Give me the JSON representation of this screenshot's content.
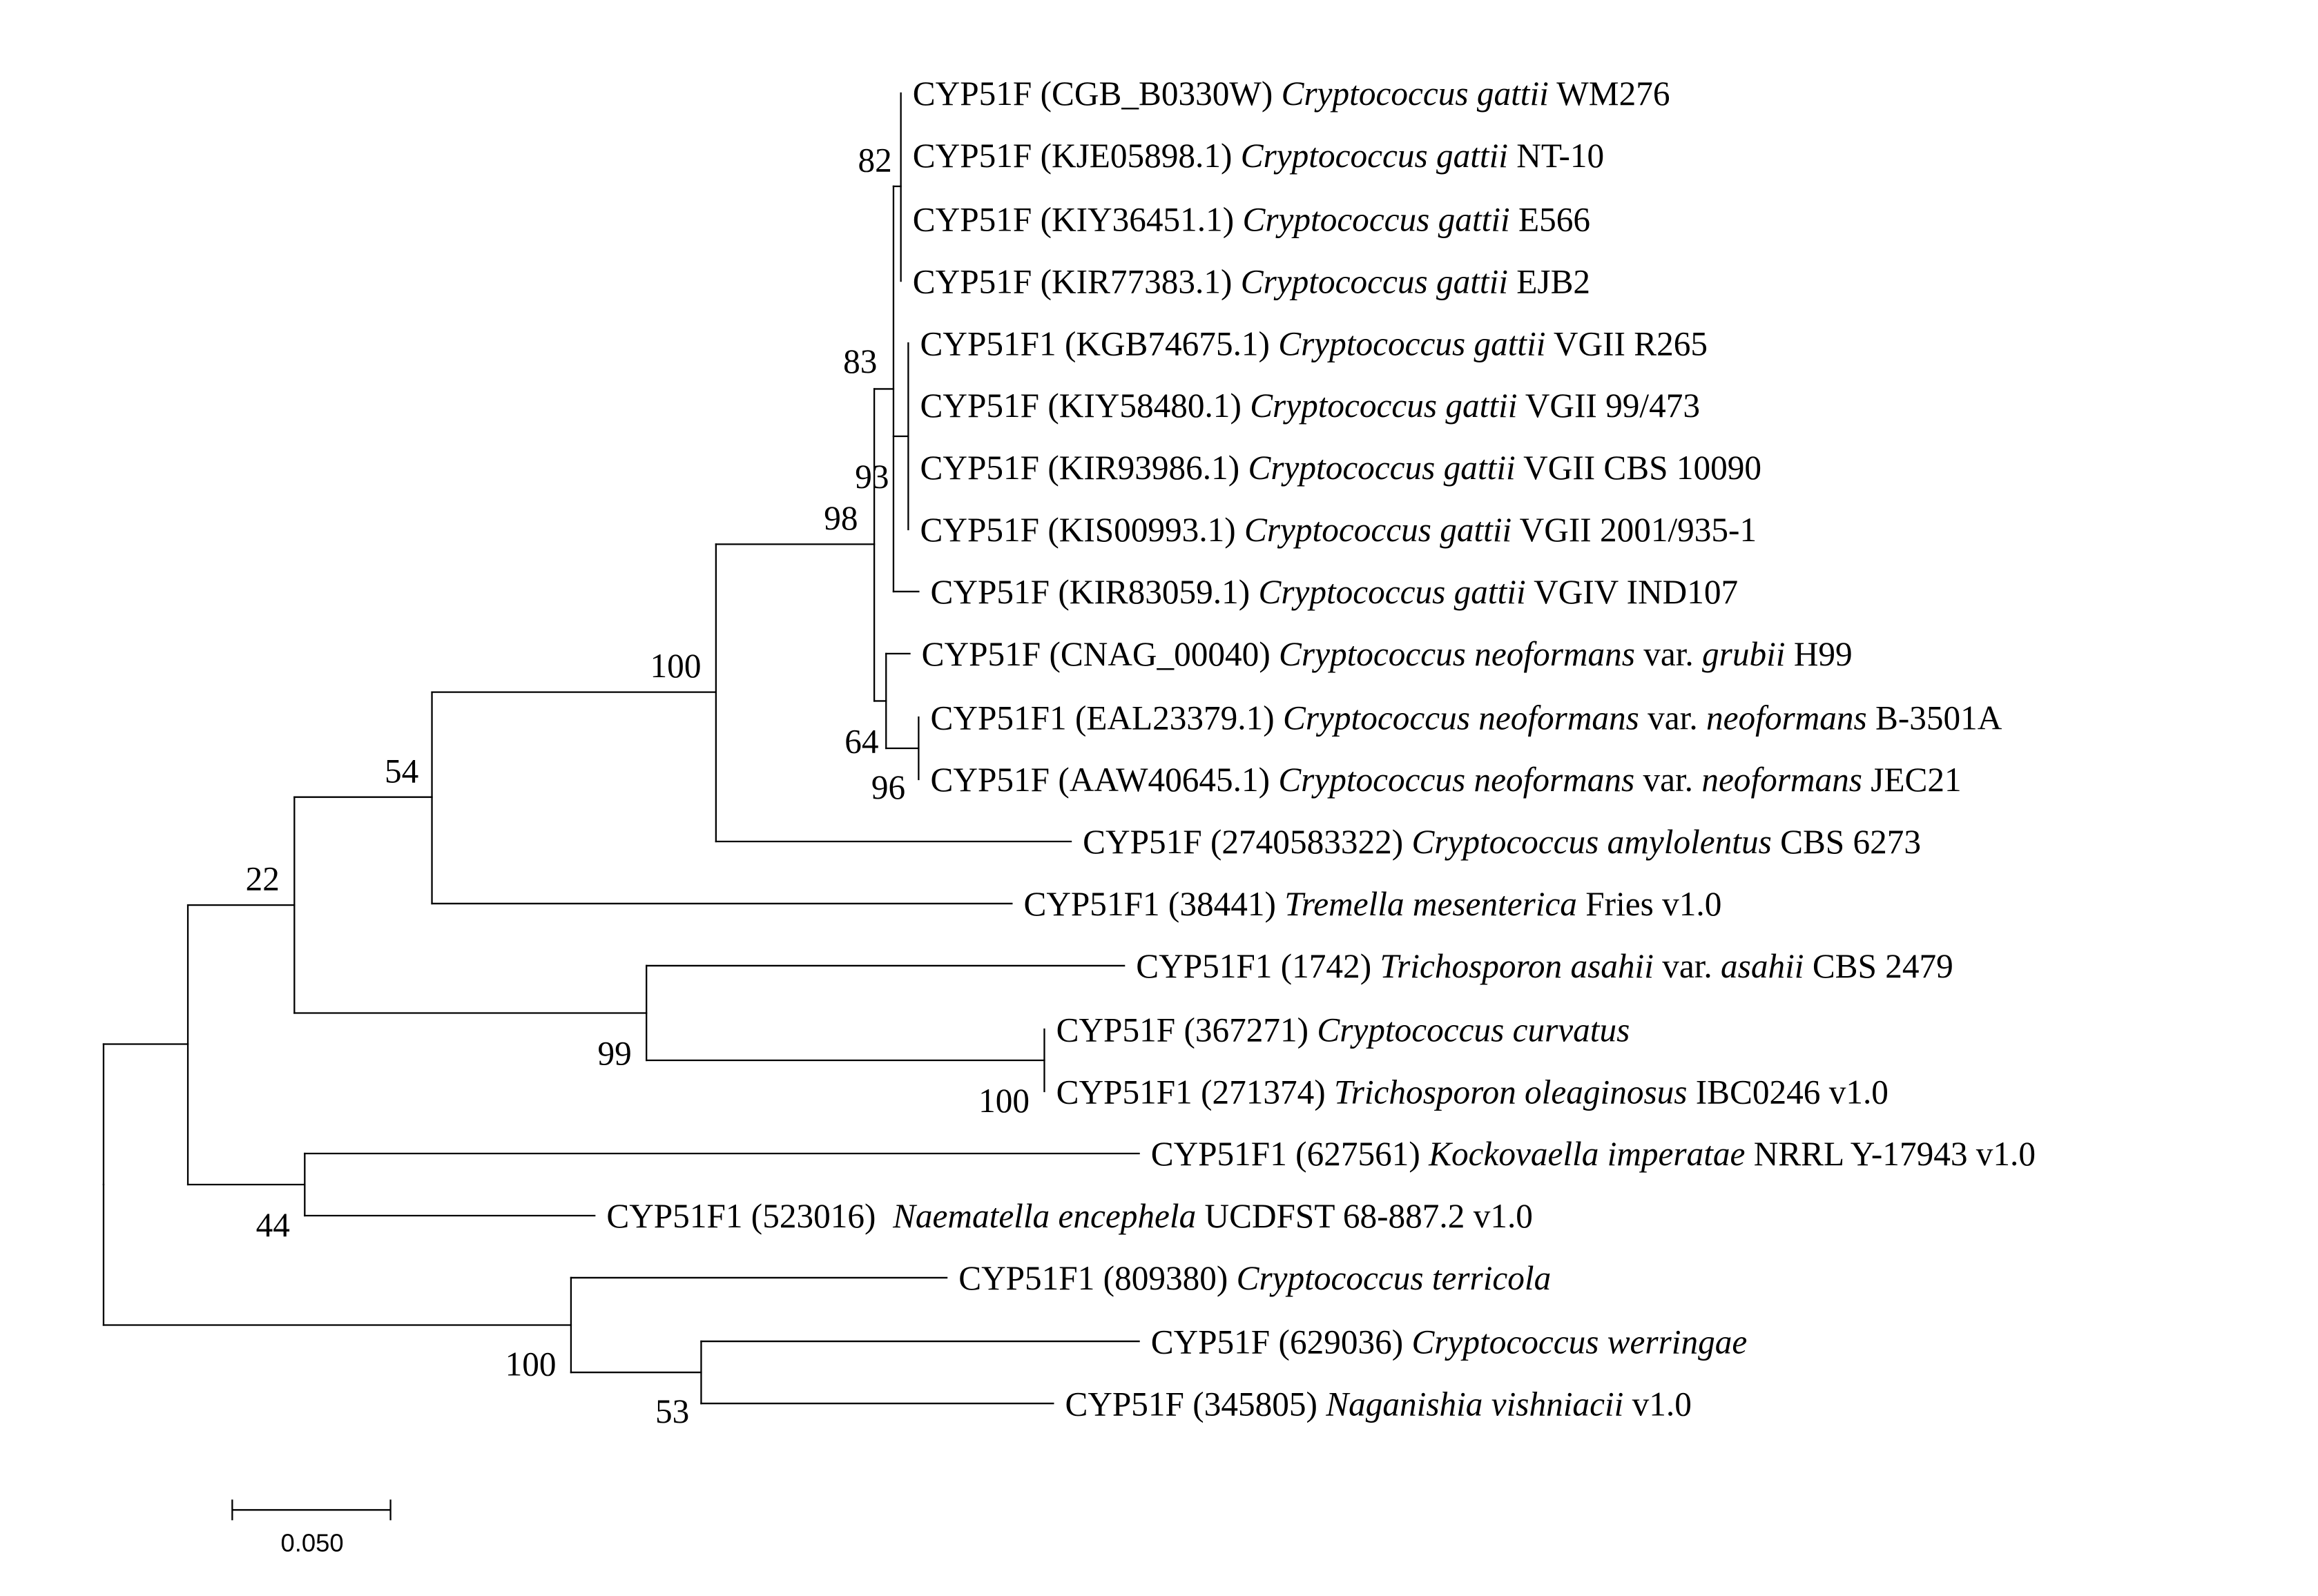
{
  "tips": [
    {
      "id": "t1",
      "gene": "CYP51F",
      "acc": "CGB_B0330W",
      "parts": [
        {
          "t": "Cryptococcus gattii",
          "i": true
        },
        {
          "t": " WM276",
          "i": false
        }
      ]
    },
    {
      "id": "t2",
      "gene": "CYP51F",
      "acc": "KJE05898.1",
      "parts": [
        {
          "t": "Cryptococcus gattii",
          "i": true
        },
        {
          "t": " NT-10",
          "i": false
        }
      ]
    },
    {
      "id": "t3",
      "gene": "CYP51F",
      "acc": "KIY36451.1",
      "parts": [
        {
          "t": "Cryptococcus gattii",
          "i": true
        },
        {
          "t": " E566",
          "i": false
        }
      ]
    },
    {
      "id": "t4",
      "gene": "CYP51F",
      "acc": "KIR77383.1",
      "parts": [
        {
          "t": "Cryptococcus gattii",
          "i": true
        },
        {
          "t": " EJB2",
          "i": false
        }
      ]
    },
    {
      "id": "t5",
      "gene": "CYP51F1",
      "acc": "KGB74675.1",
      "parts": [
        {
          "t": "Cryptococcus gattii",
          "i": true
        },
        {
          "t": " VGII R265",
          "i": false
        }
      ]
    },
    {
      "id": "t6",
      "gene": "CYP51F",
      "acc": "KIY58480.1",
      "parts": [
        {
          "t": "Cryptococcus gattii",
          "i": true
        },
        {
          "t": " VGII 99/473",
          "i": false
        }
      ]
    },
    {
      "id": "t7",
      "gene": "CYP51F",
      "acc": "KIR93986.1",
      "parts": [
        {
          "t": "Cryptococcus gattii",
          "i": true
        },
        {
          "t": " VGII CBS 10090",
          "i": false
        }
      ]
    },
    {
      "id": "t8",
      "gene": "CYP51F",
      "acc": "KIS00993.1",
      "parts": [
        {
          "t": "Cryptococcus gattii",
          "i": true
        },
        {
          "t": " VGII 2001/935-1",
          "i": false
        }
      ]
    },
    {
      "id": "t9",
      "gene": "CYP51F",
      "acc": "KIR83059.1",
      "parts": [
        {
          "t": "Cryptococcus gattii",
          "i": true
        },
        {
          "t": " VGIV IND107",
          "i": false
        }
      ]
    },
    {
      "id": "t10",
      "gene": "CYP51F",
      "acc": "CNAG_00040",
      "parts": [
        {
          "t": "Cryptococcus neoformans",
          "i": true
        },
        {
          "t": " var. ",
          "i": false
        },
        {
          "t": "grubii",
          "i": true
        },
        {
          "t": " H99",
          "i": false
        }
      ]
    },
    {
      "id": "t11",
      "gene": "CYP51F1",
      "acc": "EAL23379.1",
      "parts": [
        {
          "t": "Cryptococcus neoformans",
          "i": true
        },
        {
          "t": " var. ",
          "i": false
        },
        {
          "t": "neoformans",
          "i": true
        },
        {
          "t": " B-3501A",
          "i": false
        }
      ]
    },
    {
      "id": "t12",
      "gene": "CYP51F",
      "acc": "AAW40645.1",
      "parts": [
        {
          "t": "Cryptococcus neoformans",
          "i": true
        },
        {
          "t": " var. ",
          "i": false
        },
        {
          "t": "neoformans",
          "i": true
        },
        {
          "t": " JEC21",
          "i": false
        }
      ]
    },
    {
      "id": "t13",
      "gene": "CYP51F",
      "acc": "2740583322",
      "parts": [
        {
          "t": "Cryptococcus amylolentus",
          "i": true
        },
        {
          "t": " CBS 6273",
          "i": false
        }
      ]
    },
    {
      "id": "t14",
      "gene": "CYP51F1",
      "acc": "38441",
      "parts": [
        {
          "t": "Tremella mesenterica",
          "i": true
        },
        {
          "t": " Fries v1.0",
          "i": false
        }
      ]
    },
    {
      "id": "t15",
      "gene": "CYP51F1",
      "acc": "1742",
      "parts": [
        {
          "t": "Trichosporon asahii",
          "i": true
        },
        {
          "t": " var. ",
          "i": false
        },
        {
          "t": "asahii",
          "i": true
        },
        {
          "t": " CBS 2479",
          "i": false
        }
      ]
    },
    {
      "id": "t16",
      "gene": "CYP51F",
      "acc": "367271",
      "parts": [
        {
          "t": "Cryptococcus curvatus",
          "i": true
        }
      ]
    },
    {
      "id": "t17",
      "gene": "CYP51F1",
      "acc": "271374",
      "parts": [
        {
          "t": "Trichosporon oleaginosus",
          "i": true
        },
        {
          "t": " IBC0246 v1.0",
          "i": false
        }
      ]
    },
    {
      "id": "t18",
      "gene": "CYP51F1",
      "acc": "627561",
      "parts": [
        {
          "t": "Kockovaella imperatae",
          "i": true
        },
        {
          "t": " NRRL Y-17943 v1.0",
          "i": false
        }
      ]
    },
    {
      "id": "t19",
      "gene": "CYP51F1",
      "acc": "523016",
      "gap": true,
      "parts": [
        {
          "t": "Naematella encephela",
          "i": true
        },
        {
          "t": " UCDFST 68-887.2 v1.0",
          "i": false
        }
      ]
    },
    {
      "id": "t20",
      "gene": "CYP51F1",
      "acc": "809380",
      "parts": [
        {
          "t": "Cryptococcus terricola",
          "i": true
        }
      ]
    },
    {
      "id": "t21",
      "gene": "CYP51F",
      "acc": "629036",
      "parts": [
        {
          "t": "Cryptococcus werringae",
          "i": true
        }
      ]
    },
    {
      "id": "t22",
      "gene": "CYP51F",
      "acc": "345805",
      "parts": [
        {
          "t": "Naganishia vishniacii",
          "i": true
        },
        {
          "t": " v1.0",
          "i": false
        }
      ]
    }
  ],
  "bootstrap": [
    {
      "node": "n_gattii_a",
      "value": "82"
    },
    {
      "node": "n_vgii",
      "value": "83"
    },
    {
      "node": "n_gattii_b",
      "value": "93"
    },
    {
      "node": "n_cneo",
      "value": "98"
    },
    {
      "node": "n_neo_vars",
      "value": "64"
    },
    {
      "node": "n_neo_pair",
      "value": "96"
    },
    {
      "node": "n_crypto",
      "value": "100"
    },
    {
      "node": "n_trem",
      "value": "54"
    },
    {
      "node": "n_upper",
      "value": "22"
    },
    {
      "node": "n_trich",
      "value": "99"
    },
    {
      "node": "n_curv",
      "value": "100"
    },
    {
      "node": "n_kock",
      "value": "44"
    },
    {
      "node": "n_terr",
      "value": "100"
    },
    {
      "node": "n_wern",
      "value": "53"
    }
  ],
  "scale_bar": {
    "value": 0.05,
    "label": "0.050"
  }
}
